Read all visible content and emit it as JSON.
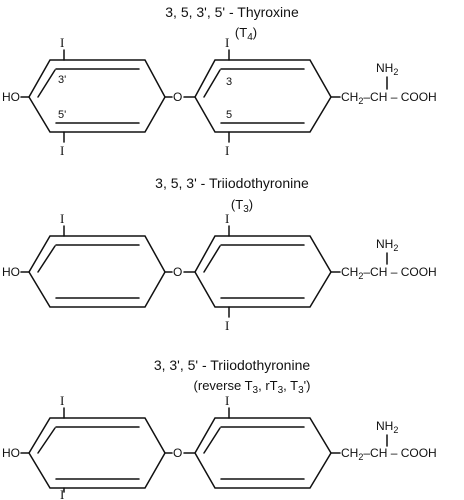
{
  "molecules": [
    {
      "id": "t4",
      "title": "3, 5, 3', 5' - Thyroxine",
      "abbrev": "(T",
      "abbrev_sub": "4",
      "abbrev_close": ")",
      "ho": "HO",
      "o": "O",
      "nh2": "NH",
      "nh2_sub": "2",
      "chain_ch2": "CH",
      "chain_ch2_sub": "2",
      "chain_rest": "CH – COOH",
      "iodine": "I",
      "pos_3p": "3'",
      "pos_5p": "5'",
      "pos_3": "3",
      "pos_5": "5"
    },
    {
      "id": "t3",
      "title": "3, 5, 3' - Triiodothyronine",
      "abbrev": "(T",
      "abbrev_sub": "3",
      "abbrev_close": ")",
      "ho": "HO",
      "o": "O",
      "nh2": "NH",
      "nh2_sub": "2",
      "chain_ch2": "CH",
      "chain_ch2_sub": "2",
      "chain_rest": "CH – COOH",
      "iodine": "I"
    },
    {
      "id": "rt3",
      "title": "3, 3', 5' - Triiodothyronine",
      "abbrev": "(reverse T",
      "abbrev_sub": "3",
      "abbrev_mid": ", rT",
      "abbrev_sub2": "3",
      "abbrev_mid2": ", T",
      "abbrev_sub3": "3",
      "abbrev_close": "')",
      "ho": "HO",
      "o": "O",
      "nh2": "NH",
      "nh2_sub": "2",
      "chain_ch2": "CH",
      "chain_ch2_sub": "2",
      "chain_rest": "CH – COOH",
      "iodine": "I"
    }
  ]
}
